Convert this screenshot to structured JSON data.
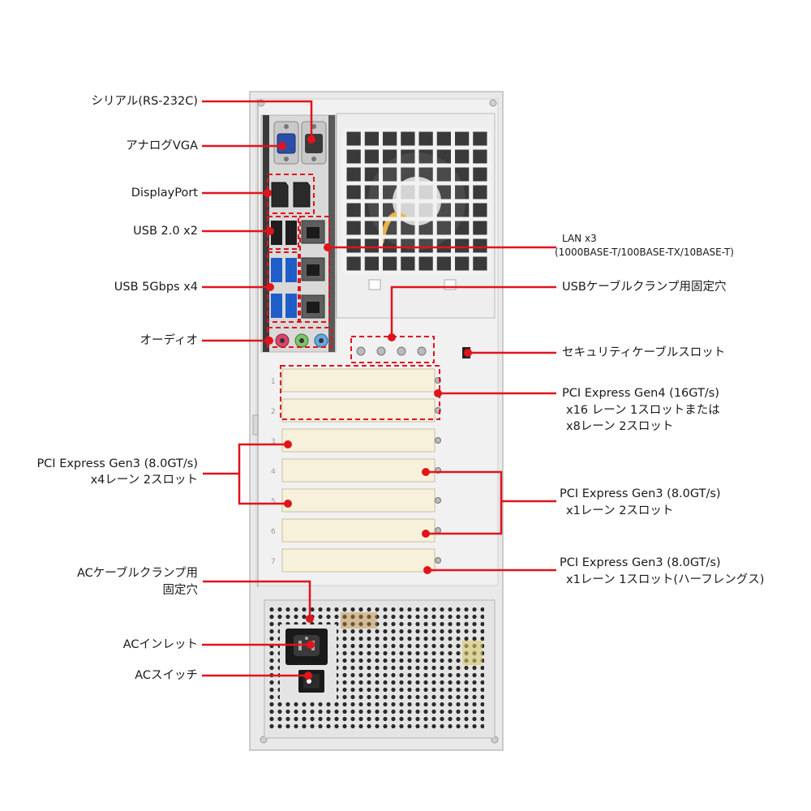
{
  "accent_color": "#e0141b",
  "labels": {
    "serial": "シリアル(RS-232C)",
    "vga": "アナログVGA",
    "displayport": "DisplayPort",
    "usb20": "USB 2.0 x2",
    "usb5g": "USB 5Gbps x4",
    "audio": "オーディオ",
    "pcie3_x4_line1": "PCI Express Gen3 (8.0GT/s)",
    "pcie3_x4_line2": "x4レーン 2スロット",
    "ac_clamp_line1": "ACケーブルクランプ用",
    "ac_clamp_line2": "固定穴",
    "ac_inlet": "ACインレット",
    "ac_switch": "ACスイッチ",
    "lan_line1": "LAN x3",
    "lan_line2": "(1000BASE-T/100BASE-TX/10BASE-T)",
    "usb_clamp": "USBケーブルクランプ用固定穴",
    "security": "セキュリティケーブルスロット",
    "pcie4_line1": "PCI Express Gen4 (16GT/s)",
    "pcie4_line2": "x16 レーン 1スロットまたは",
    "pcie4_line3": "x8レーン 2スロット",
    "pcie3_x1_line1": "PCI Express Gen3 (8.0GT/s)",
    "pcie3_x1_line2": "x1レーン 2スロット",
    "pcie3_half_line1": "PCI Express Gen3 (8.0GT/s)",
    "pcie3_half_line2": "x1レーン 1スロット(ハーフレングス)"
  },
  "slot_numbers": [
    "1",
    "2",
    "3",
    "4",
    "5",
    "6",
    "7"
  ]
}
